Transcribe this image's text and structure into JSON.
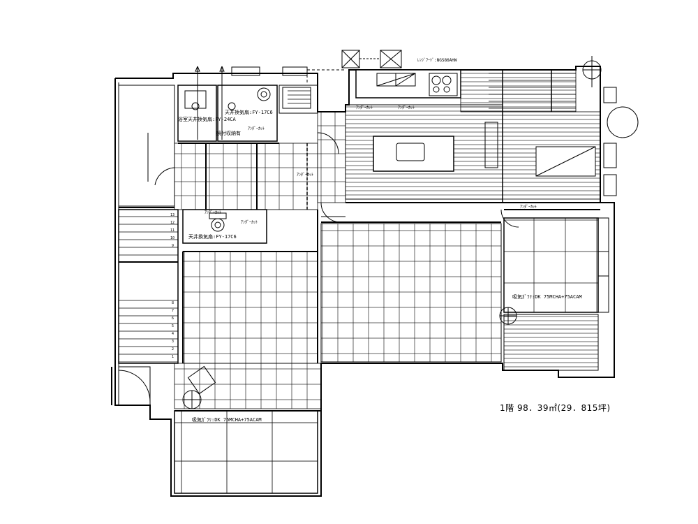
{
  "labels": {
    "range_hood": "ﾚﾝｼﾞﾌｰﾄﾞ:NGS86AHW",
    "bath_fan": "浴室天井換気扇:FY-24CA",
    "ceiling_fan_top": "天井換気扇:FY-17C6",
    "ceiling_fan_mid": "天井換気扇:FY-17C6",
    "mirror_cabinet": "鏡付収納有",
    "undercut_1": "ｱﾝﾀﾞｰｶｯﾄ",
    "undercut_2": "ｱﾝﾀﾞｰｶｯﾄ",
    "undercut_3": "ｱﾝﾀﾞｰｶｯﾄ",
    "undercut_4": "ｱﾝﾀﾞｰｶｯﾄ",
    "undercut_5": "ｱﾝﾀﾞｰｶｯﾄ",
    "undercut_6": "ｱﾝﾀﾞｰｶｯﾄ",
    "undercut_7": "ｱﾝﾀﾞｰｶｯﾄ",
    "intake_grille_right": "吸気ｶﾞﾗﾘ:DK 75MCHA+75ACAM",
    "intake_grille_left": "吸気ｶﾞﾗﾘ:DK 75MCHA+75ACAM",
    "floor_area": "1階 98．39㎡(29．815坪)"
  },
  "stair_steps_upper": [
    "13",
    "12",
    "11",
    "10",
    "9"
  ],
  "stair_steps_lower": [
    "8",
    "7",
    "6",
    "5",
    "4",
    "3",
    "2",
    "1"
  ],
  "colors": {
    "line": "#000000",
    "bg": "#ffffff"
  }
}
